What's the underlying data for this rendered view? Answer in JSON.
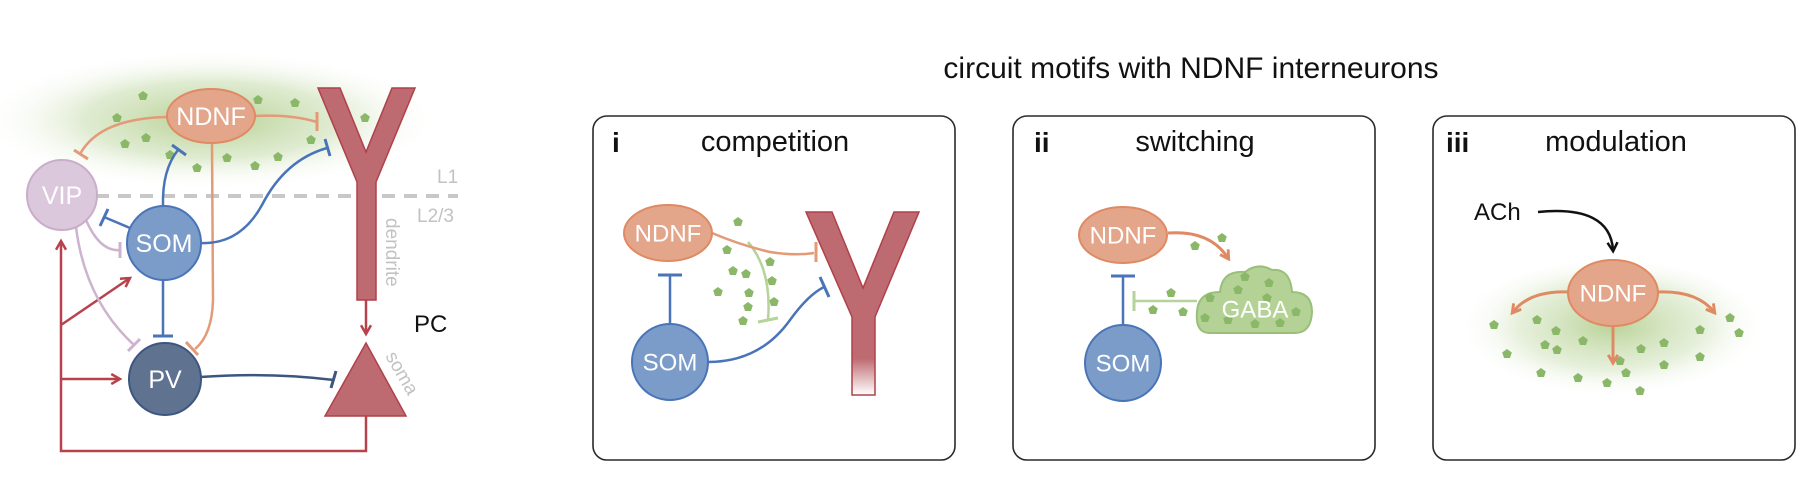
{
  "figure": {
    "title": "circuit motifs with NDNF interneurons",
    "colors": {
      "ndnf": "#e3a68b",
      "ndnf_stroke": "#e08a63",
      "som": "#7b9cc9",
      "som_stroke": "#4a74b8",
      "pv": "#5f7391",
      "pv_stroke": "#3c5680",
      "vip": "#dcc8dc",
      "vip_stroke": "#c8aec8",
      "pc": "#bd6a70",
      "pc_stroke": "#b0404a",
      "gaba": "#a8c98a",
      "gaba_dot": "#8ab868",
      "layer_line": "#c8c8c8"
    }
  },
  "circuit": {
    "nodes": {
      "ndnf": "NDNF",
      "vip": "VIP",
      "som": "SOM",
      "pv": "PV"
    },
    "layers": {
      "upper": "L1",
      "lower": "L2/3"
    },
    "pc": {
      "label": "PC",
      "dendrite": "dendrite",
      "soma": "soma"
    }
  },
  "panels": [
    {
      "number": "i",
      "title": "competition",
      "nodes": {
        "ndnf": "NDNF",
        "som": "SOM"
      }
    },
    {
      "number": "ii",
      "title": "switching",
      "nodes": {
        "ndnf": "NDNF",
        "som": "SOM",
        "gaba": "GABA"
      }
    },
    {
      "number": "iii",
      "title": "modulation",
      "nodes": {
        "ndnf": "NDNF",
        "ach": "ACh"
      }
    }
  ]
}
